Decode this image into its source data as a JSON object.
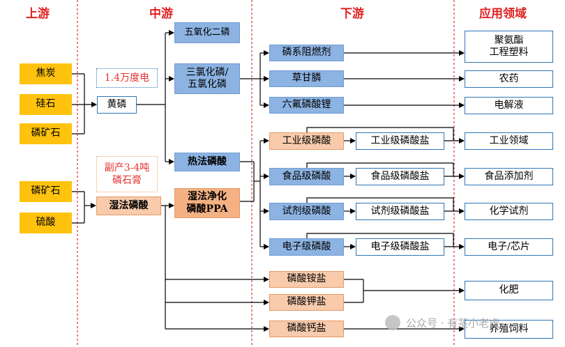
{
  "headers": {
    "upstream": "上游",
    "midstream": "中游",
    "downstream": "下游",
    "application": "应用领域"
  },
  "upstream": {
    "coke": "焦炭",
    "silica": "硅石",
    "phosphate_rock_1": "磷矿石",
    "phosphate_rock_2": "磷矿石",
    "sulfuric_acid": "硫酸"
  },
  "midstream": {
    "yellow_phosphorus": "黄磷",
    "wet_acid": "湿法磷酸",
    "electricity_note": "1.4万度电",
    "byproduct_note": "副产3-4吨\n磷石膏",
    "p2o5": "五氧化二磷",
    "pcl": "三氯化磷/\n五氯化磷",
    "thermal_acid": "热法磷酸",
    "purified_acid": "湿法净化\n磷酸PPA"
  },
  "downstream": {
    "flame_retardant": "磷系阻燃剂",
    "glyphosate": "草甘膦",
    "lipf6": "六氟磷酸锂",
    "industrial_acid": "工业级磷酸",
    "food_acid": "食品级磷酸",
    "reagent_acid": "试剂级磷酸",
    "electronic_acid": "电子级磷酸",
    "industrial_salt": "工业级磷酸盐",
    "food_salt": "食品级磷酸盐",
    "reagent_salt": "试剂级磷酸盐",
    "electronic_salt": "电子级磷酸盐",
    "ammonium": "磷酸铵盐",
    "potassium": "磷酸钾盐",
    "calcium": "磷酸钙盐"
  },
  "application": {
    "polyurethane": "聚氨酯\n工程塑料",
    "pesticide": "农药",
    "electrolyte": "电解液",
    "industrial": "工业领域",
    "food_additive": "食品添加剂",
    "chem_reagent": "化学试剂",
    "electronics": "电子/芯片",
    "fertilizer": "化肥",
    "feed": "养殖饲料"
  },
  "watermark": "公众号 · 有茎小老虎",
  "colors": {
    "upstream_fill": "#ffc20e",
    "mid_blue": "#8db3e2",
    "orange": "#f4b183",
    "outline_blue": "#2e75b6",
    "note_red": "#e63030",
    "divider": "#e03030"
  }
}
